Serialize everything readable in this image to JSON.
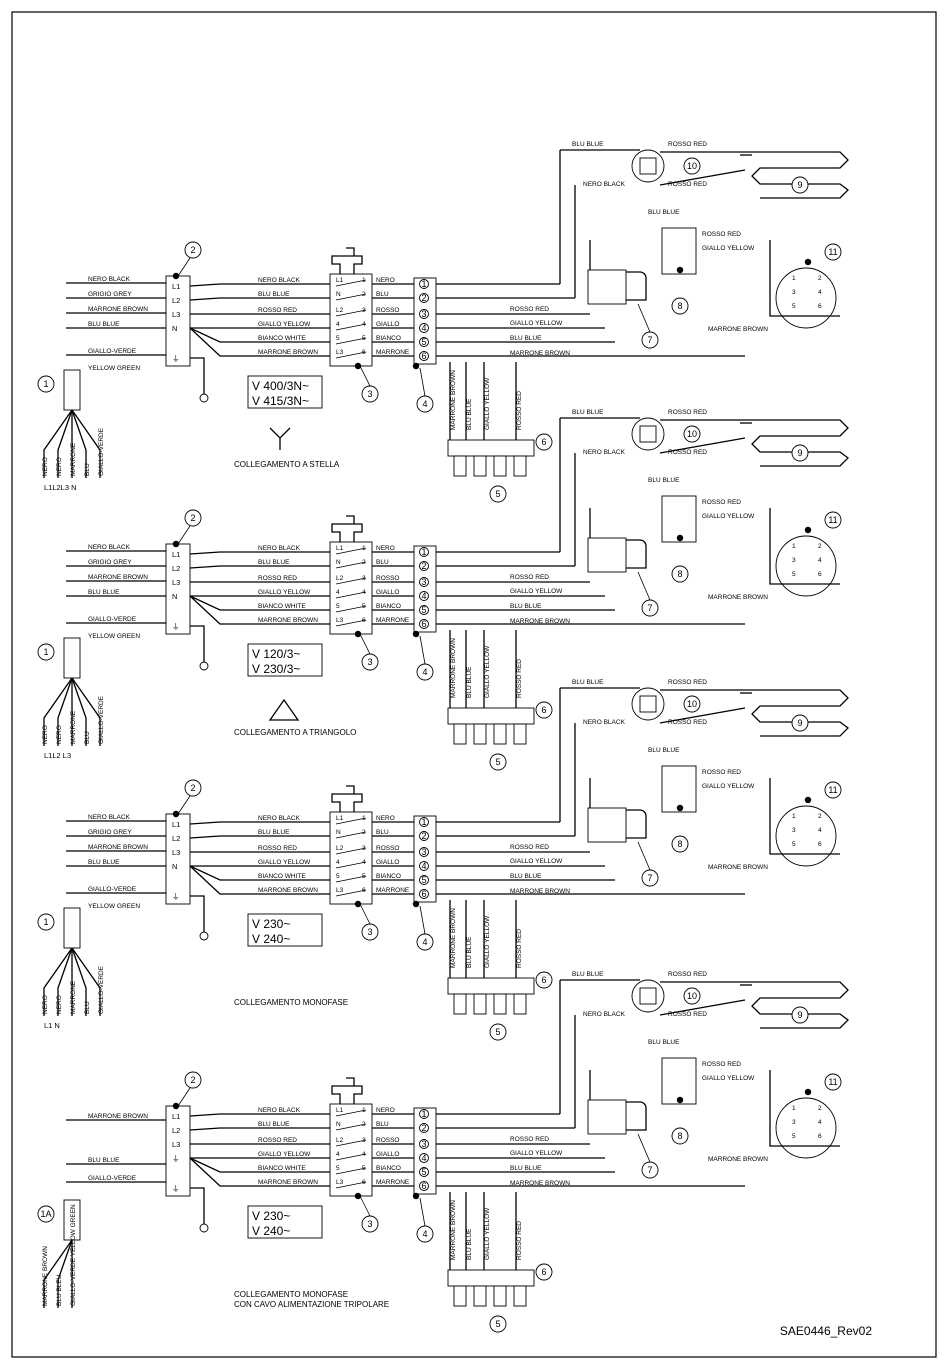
{
  "drawing_ref": "SAE0446_Rev02",
  "wire_labels": {
    "nero_black": "NERO  BLACK",
    "grigio_grey": "GRIGIO  GREY",
    "marrone_brown": "MARRONE  BROWN",
    "blu_blue": "BLU  BLUE",
    "giallo_verde": "GIALLO-VERDE",
    "yellow_green": "YELLOW  GREEN",
    "rosso_red": "ROSSO  RED",
    "giallo_yellow": "GIALLO  YELLOW",
    "bianco_white": "BIANCO  WHITE",
    "nero": "NERO",
    "blu": "BLU",
    "rosso": "ROSSO",
    "giallo": "GIALLO",
    "bianco": "BIANCO",
    "marrone": "MARRONE",
    "giallo_yellow_v": "GIALLO YELLOW",
    "blu_blue_v": "BLU BLUE",
    "marrone_brown_v": "MARRONE BROWN",
    "rosso_red_v": "ROSSO RED",
    "giallo_verde_v": "GIALLO-VERDE",
    "blu_bleu_v": "BLU BLEU",
    "giallo_verde_yellow_green_v": "GIALLO-VERDE  YELLOW  GREEN"
  },
  "terminal_block": {
    "l1": "L1",
    "l2": "L2",
    "l3": "L3",
    "n": "N",
    "earth": "⏚"
  },
  "switch_labels": [
    "L1",
    "N",
    "L2",
    "4",
    "5",
    "L3"
  ],
  "switch_numbers": [
    "1",
    "2",
    "3",
    "4",
    "5",
    "6"
  ],
  "connector_numbers": [
    "1",
    "2",
    "3",
    "4",
    "5",
    "6"
  ],
  "component_numbers": {
    "c1": "1",
    "c1a": "1A",
    "c2": "2",
    "c3": "3",
    "c4": "4",
    "c5": "5",
    "c6": "6",
    "c7": "7",
    "c8": "8",
    "c9": "9",
    "c10": "10",
    "c11": "11"
  },
  "sections": [
    {
      "voltage": [
        "V  400/3N~",
        "V  415/3N~"
      ],
      "symbol": "Y",
      "caption": [
        "COLLEGAMENTO A STELLA"
      ],
      "cable_wires": [
        "NERO",
        "NERO",
        "MARRONE",
        "BLU",
        "GIALLO-VERDE"
      ],
      "phases": "L1L2L3 N"
    },
    {
      "voltage": [
        "V  120/3~",
        "V  230/3~"
      ],
      "symbol": "triangle",
      "caption": [
        "COLLEGAMENTO A TRIANGOLO"
      ],
      "cable_wires": [
        "NERO",
        "NERO",
        "MARRONE",
        "BLU",
        "GIALLO-VERDE"
      ],
      "phases": "L1L2   L3"
    },
    {
      "voltage": [
        "V  230~",
        "V  240~"
      ],
      "symbol": "",
      "caption": [
        "COLLEGAMENTO MONOFASE"
      ],
      "cable_wires": [
        "NERO",
        "NERO",
        "MARRONE",
        "BLU",
        "GIALLO-VERDE"
      ],
      "phases": "L1       N"
    },
    {
      "voltage": [
        "V  230~",
        "V  240~"
      ],
      "symbol": "",
      "caption": [
        "COLLEGAMENTO MONOFASE",
        "CON CAVO ALIMENTAZIONE TRIPOLARE"
      ],
      "cable_wires": [
        "MARRONE BROWN",
        "BLU BLEU",
        "GIALLO-VERDE  YELLOW  GREEN"
      ],
      "phases": ""
    }
  ]
}
